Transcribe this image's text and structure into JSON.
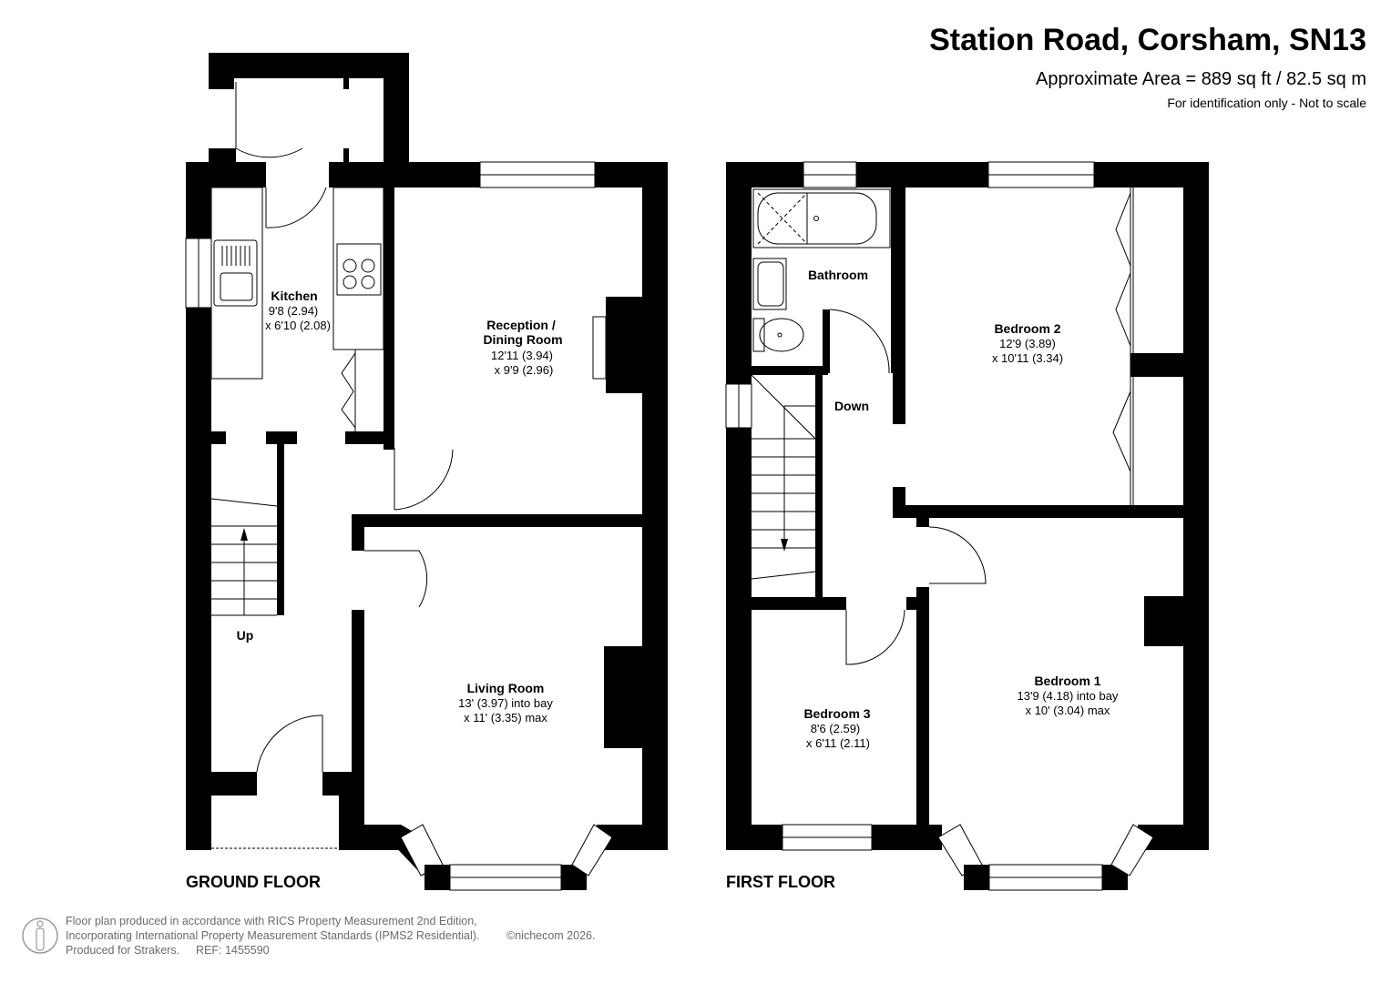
{
  "header": {
    "title": "Station Road, Corsham, SN13",
    "area": "Approximate Area = 889 sq ft / 82.5 sq m",
    "note": "For identification only - Not to scale"
  },
  "ground_floor": {
    "label": "GROUND FLOOR",
    "kitchen": {
      "name": "Kitchen",
      "dim1": "9'8 (2.94)",
      "dim2": "x 6'10 (2.08)"
    },
    "reception": {
      "name1": "Reception /",
      "name2": "Dining Room",
      "dim1": "12'11 (3.94)",
      "dim2": "x 9'9 (2.96)"
    },
    "living": {
      "name": "Living Room",
      "dim1": "13' (3.97) into bay",
      "dim2": "x 11' (3.35) max"
    },
    "stairs_label": "Up"
  },
  "first_floor": {
    "label": "FIRST FLOOR",
    "bathroom": {
      "name": "Bathroom"
    },
    "bedroom2": {
      "name": "Bedroom 2",
      "dim1": "12'9 (3.89)",
      "dim2": "x 10'11 (3.34)"
    },
    "bedroom1": {
      "name": "Bedroom 1",
      "dim1": "13'9 (4.18) into bay",
      "dim2": "x 10' (3.04) max"
    },
    "bedroom3": {
      "name": "Bedroom 3",
      "dim1": "8'6 (2.59)",
      "dim2": "x 6'11 (2.11)"
    },
    "stairs_label": "Down"
  },
  "footer": {
    "line1": "Floor plan produced in accordance with RICS Property Measurement 2nd Edition,",
    "line2": "Incorporating International Property Measurement Standards (IPMS2 Residential).",
    "copyright": "©nichecom 2026.",
    "line3": "Produced for Strakers.",
    "ref": "REF: 1455590"
  }
}
